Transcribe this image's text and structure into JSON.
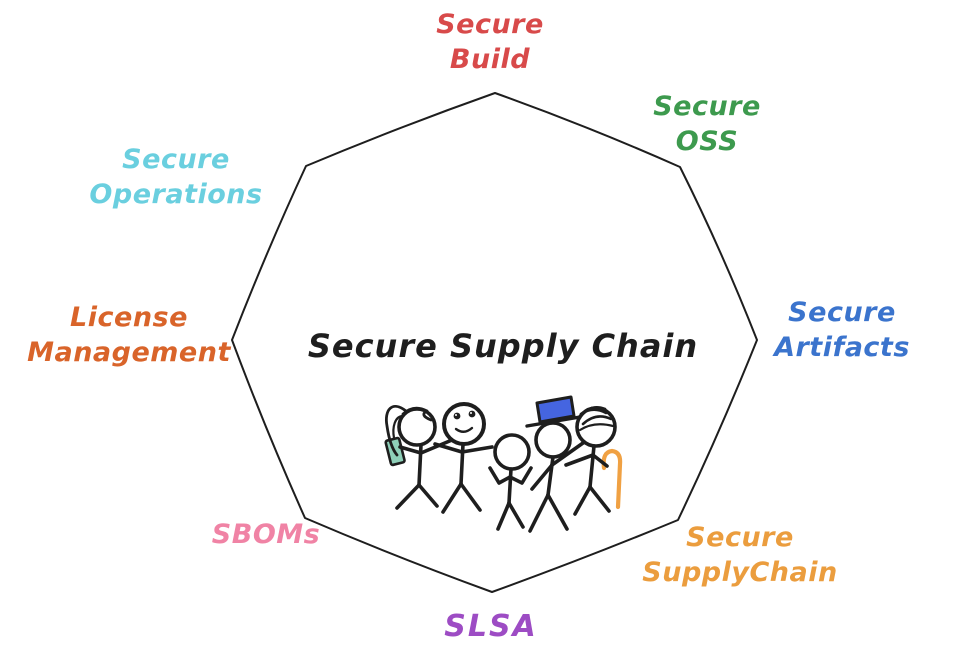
{
  "diagram": {
    "title": "Secure Supply Chain",
    "ink_color": "#1e1e1e",
    "center": {
      "text": "Secure Supply Chain",
      "color": "#1e1e1e"
    },
    "nodes": [
      {
        "id": "secure-build",
        "text": "Secure\nBuild",
        "color": "#d84a4a"
      },
      {
        "id": "secure-oss",
        "text": "Secure\nOSS",
        "color": "#3d9a4e"
      },
      {
        "id": "secure-artifacts",
        "text": "Secure\nArtifacts",
        "color": "#3b74cd"
      },
      {
        "id": "secure-supplychain",
        "text": "Secure\nSupplyChain",
        "color": "#eb9d3e"
      },
      {
        "id": "slsa",
        "text": "SLSA",
        "color": "#9d4cc4"
      },
      {
        "id": "sboms",
        "text": "SBOMs",
        "color": "#f083a5"
      },
      {
        "id": "license-management",
        "text": "License\nManagement",
        "color": "#d9642a"
      },
      {
        "id": "secure-operations",
        "text": "Secure\nOperations",
        "color": "#6acfdf"
      }
    ],
    "illustration": {
      "figure_color": "#1e1e1e",
      "hat_color": "#4565e0",
      "phone_color": "#8fd0b9",
      "cane_color": "#f0a143"
    }
  }
}
